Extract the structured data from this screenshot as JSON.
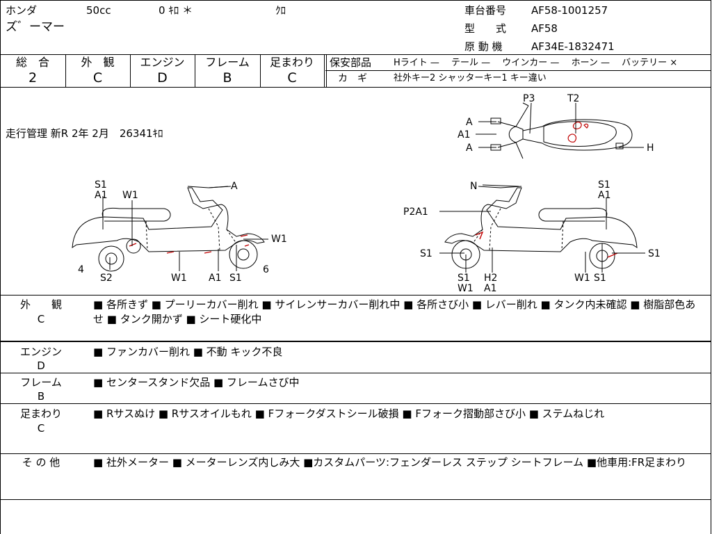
{
  "header": {
    "maker": "ホンダ",
    "displacement": "50cc",
    "mileage_short": "0 ｷﾛ ＊",
    "color": "ｸﾛ",
    "model_name": "ズ゛ーマー",
    "frame_no_label": "車台番号",
    "frame_no": "AF58-1001257",
    "type_label": "型　　式",
    "type": "AF58",
    "engine_label": "原 動 機",
    "engine_no": "AF34E-1832471"
  },
  "grades": [
    {
      "label": "総　合",
      "value": "2"
    },
    {
      "label": "外　観",
      "value": "C"
    },
    {
      "label": "エンジン",
      "value": "D"
    },
    {
      "label": "フレーム",
      "value": "B"
    },
    {
      "label": "足まわり",
      "value": "C"
    }
  ],
  "safety": {
    "label": "保安部品",
    "items": "Hライト —　 テール —　 ウインカー —　 ホーン —　 バッテリー ×",
    "key_label": "カ　ギ",
    "key_info": "社外キー2 シャッターキー1 キー違い"
  },
  "mileage_mgmt": "走行管理 新R 2年 2月　26341ｷﾛ",
  "diagram": {
    "top_labels": [
      "P3",
      "T2",
      "A",
      "A1",
      "A",
      "H"
    ],
    "left_labels": [
      "S1",
      "A1",
      "W1",
      "A",
      "W1",
      "4",
      "S2",
      "W1",
      "A1",
      "S1",
      "6"
    ],
    "right_labels": [
      "N",
      "S1",
      "A1",
      "P2A1",
      "S1",
      "S1",
      "S1",
      "W1",
      "H2",
      "A1",
      "W1",
      "S1"
    ]
  },
  "sections": [
    {
      "label": "外　　観",
      "grade": "C",
      "text": "■ 各所きず ■ プーリーカバー削れ ■ サイレンサーカバー削れ中 ■ 各所さび小 ■ レバー削れ ■ タンク内未確認 ■ 樹脂部色あせ ■ タンク開かず ■ シート硬化中"
    },
    {
      "label": "エンジン",
      "grade": "D",
      "text": "■ ファンカバー削れ ■ 不動 キック不良"
    },
    {
      "label": "フレーム",
      "grade": "B",
      "text": "■ センタースタンド欠品 ■ フレームさび中"
    },
    {
      "label": "足まわり",
      "grade": "C",
      "text": "■ Rサスぬけ ■ Rサスオイルもれ ■ Fフォークダストシール破損 ■ Fフォーク摺動部さび小 ■ ステムねじれ"
    },
    {
      "label": "そ の 他",
      "grade": "",
      "text": "■ 社外メーター ■ メーターレンズ内しみ大 ■カスタムパーツ:フェンダーレス ステップ シートフレーム ■他車用:FR足まわり"
    }
  ]
}
